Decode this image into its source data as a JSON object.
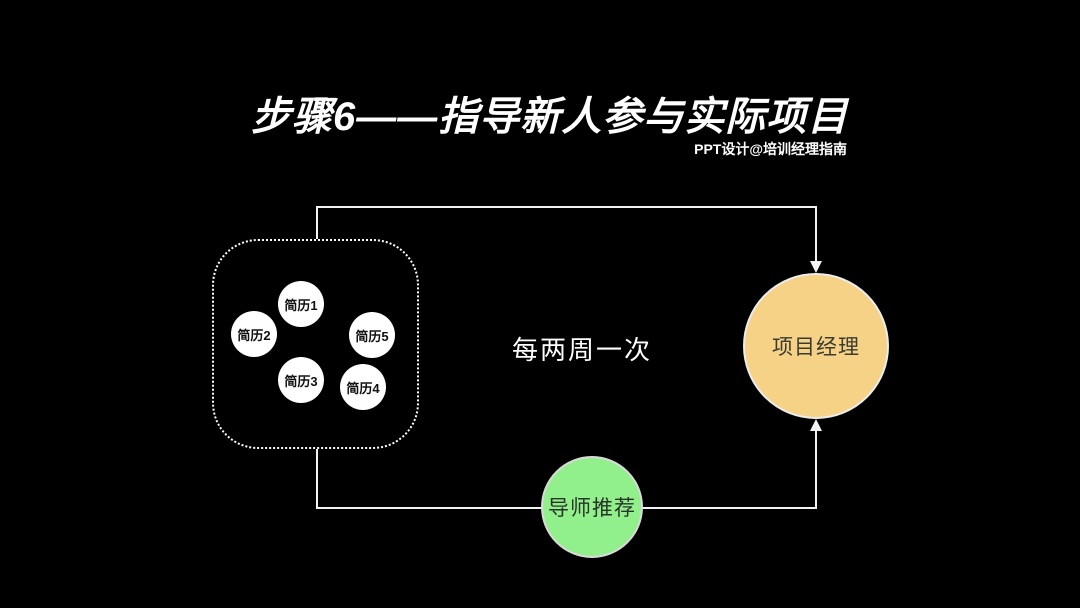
{
  "slide": {
    "title": "步骤6——指导新人参与实际项目",
    "credit": "PPT设计@培训经理指南"
  },
  "diagram": {
    "resume_pool": {
      "items": [
        {
          "label": "简历1"
        },
        {
          "label": "简历2"
        },
        {
          "label": "简历3"
        },
        {
          "label": "简历4"
        },
        {
          "label": "简历5"
        }
      ]
    },
    "frequency_label": "每两周一次",
    "project_manager": {
      "label": "项目经理"
    },
    "mentor": {
      "label": "导师推荐"
    }
  },
  "colors": {
    "background": "#000000",
    "text": "#FFFFFF",
    "project_manager_fill": "#F5D285",
    "mentor_fill": "#92F08C",
    "resume_fill": "#FFFFFF",
    "connector_line": "#F2F2F2"
  }
}
